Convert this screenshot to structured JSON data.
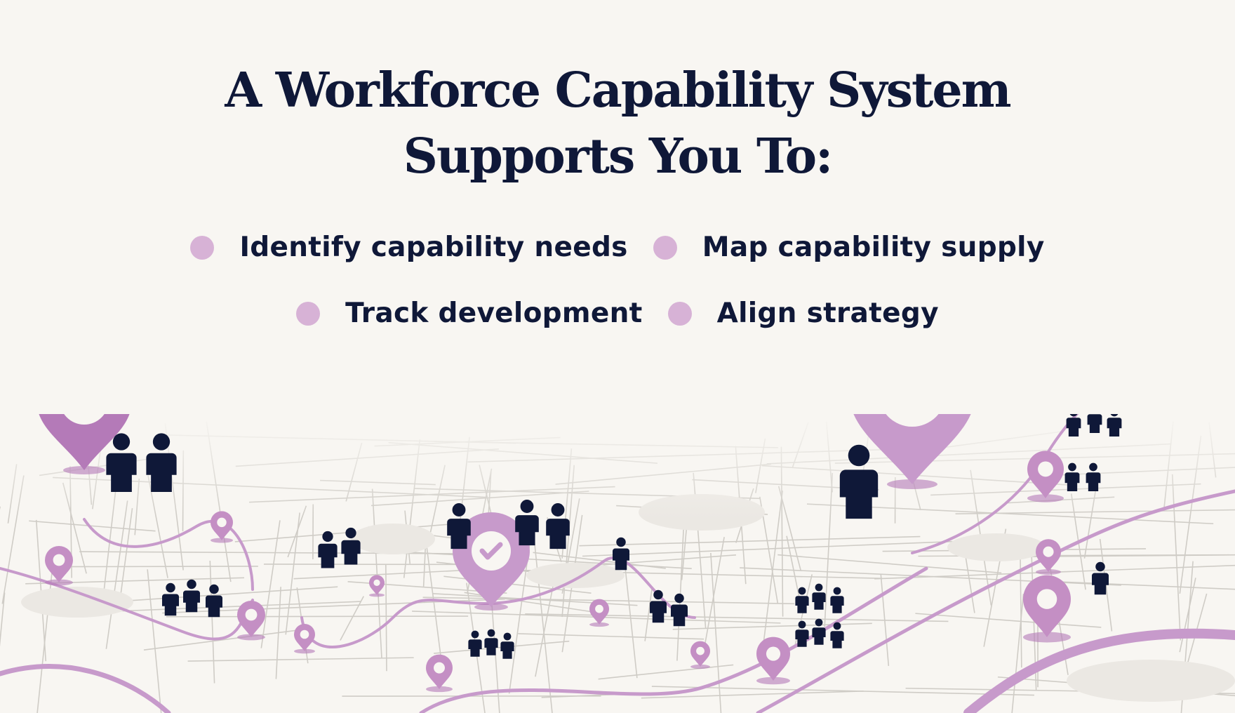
{
  "title": {
    "line1": "A Workforce Capability System",
    "line2": "Supports You To:"
  },
  "bullets": [
    {
      "label": "Identify capability needs"
    },
    {
      "label": "Map capability supply"
    },
    {
      "label": "Track development"
    },
    {
      "label": "Align strategy"
    }
  ],
  "colors": {
    "background": "#f8f6f2",
    "text_navy": "#0f1838",
    "bullet_dot": "#d7b2d6",
    "pin_purple": "#c48fc4",
    "pin_dark_purple": "#b47ab8",
    "route_line": "#c79acb",
    "people": "#0f1838",
    "road_lines": "#cfccc6"
  },
  "icons": [
    "location-pin-check-icon",
    "location-pin-icon",
    "person-icon",
    "people-group-icon"
  ]
}
